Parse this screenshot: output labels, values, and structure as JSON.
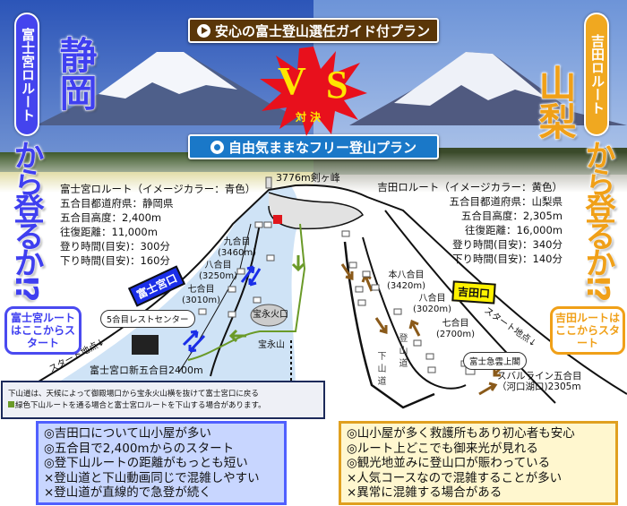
{
  "header": {
    "guide_plan_label": "安心の富士登山選任ガイド付プラン",
    "free_plan_label": "自由気ままなフリー登山プラン",
    "vs_v": "V",
    "vs_s": "S",
    "vs_taiketsu": "対 決"
  },
  "left": {
    "route_pill": "富士宮ロルート",
    "prefecture": "静岡",
    "question": "から登るか!?",
    "start_box": "富士宮ルートはここからスタート",
    "info": [
      "富士宮ロルート（イメージカラー：青色）",
      "五合目都道府県：静岡県",
      "五合目高度：2,400m",
      "往復距離：11,000m",
      "登り時間(目安)：300分",
      "下り時間(目安)：160分"
    ],
    "color": "#3f3ff0"
  },
  "right": {
    "route_pill": "吉田ロルート",
    "prefecture": "山梨",
    "question": "から登るか!?",
    "start_box": "吉田ルートはここからスタート",
    "info": [
      "吉田ロルート（イメージカラー：黄色）",
      "五合目都道府県：山梨県",
      "五合目高度：2,305m",
      "往復距離：16,000m",
      "登り時間(目安)：340分",
      "下り時間(目安)：140分"
    ],
    "color": "#f0a018"
  },
  "map": {
    "summit": "3776m剣ヶ峰",
    "fujinomiya": {
      "sign": "富士宮口",
      "station9": "九合目",
      "station9_alt": "(3460m)",
      "station8": "八合目",
      "station8_alt": "(3250m)",
      "station7": "七合目",
      "station7_alt": "(3010m)",
      "rest_center": "5合目レストセンター",
      "hoei_crater": "宝永火口",
      "hoei_mountain": "宝永山",
      "start_point": "スタート地点↓",
      "new_5th": "富士宮ロ新五合目2400m"
    },
    "yoshida": {
      "sign": "吉田口",
      "station_hon8": "本八合目",
      "station_hon8_alt": "(3420m)",
      "station8": "八合目",
      "station8_alt": "(3020m)",
      "station7": "七合目",
      "station7_alt": "(2700m)",
      "ascent_trail": "登山道",
      "descent_trail": "下山道",
      "start_point": "スタート地点↓",
      "unjokaku": "富士急雲上閣",
      "subaru_5th": "スバルライン五合目",
      "subaru_5th_alt": "（河口湖口)2305m"
    }
  },
  "note": {
    "line1": "下山道は、天候によって御殿場口から宝永火山横を抜けて富士宮口に戻る",
    "line2": "緑色下山ルートを通る場合と富士宮ロルートを下山する場合があります。"
  },
  "pros_cons_left": [
    "◎吉田口について山小屋が多い",
    "◎五合目で2,400mからのスタート",
    "◎登下山ルートの距離がもっとも短い",
    "×登山道と下山動画同じで混雑しやすい",
    "×登山道が直線的で急登が続く"
  ],
  "pros_cons_right": [
    "◎山小屋が多く救護所もあり初心者も安心",
    "◎ルート上どこでも御来光が見れる",
    "◎観光地並みに登山口が賑わっている",
    "×人気コースなので混雑することが多い",
    "×異常に混雑する場合がある"
  ]
}
